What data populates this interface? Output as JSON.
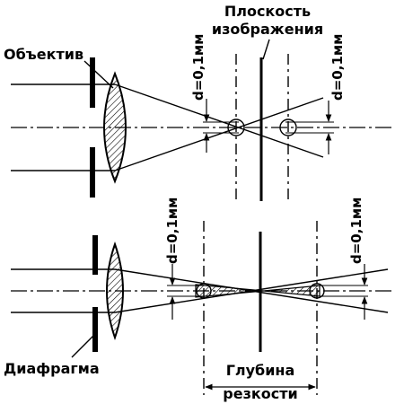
{
  "labels": {
    "image_plane_line1": "Плоскость",
    "image_plane_line2": "изображения",
    "lens": "Объектив",
    "aperture": "Диафрагма",
    "depth_line1": "Глубина",
    "depth_line2": "резкости",
    "dim_top_left": "d=0,1мм",
    "dim_top_right": "d=0,1мм",
    "dim_bottom_left": "d=0,1мм",
    "dim_bottom_right": "d=0,1мм"
  },
  "colors": {
    "ink": "#000000",
    "paper": "#ffffff"
  }
}
